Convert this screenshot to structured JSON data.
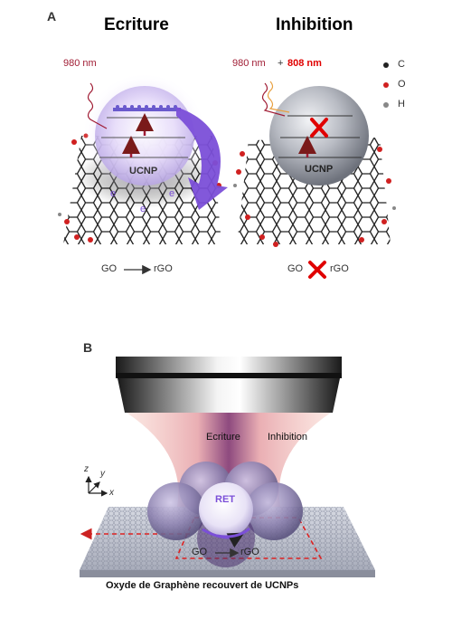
{
  "panel_a": {
    "letter": "A",
    "left": {
      "title": "Ecriture",
      "wavelength": "980 nm",
      "particle_label": "UCNP",
      "electron": "e",
      "reaction": {
        "from": "GO",
        "to": "rGO"
      }
    },
    "right": {
      "title": "Inhibition",
      "wavelength_1": "980 nm",
      "plus": "+",
      "wavelength_2": "808 nm",
      "particle_label": "UCNP",
      "reaction": {
        "from": "GO",
        "to": "rGO"
      }
    },
    "legend": [
      {
        "symbol": "C",
        "color": "#222222"
      },
      {
        "symbol": "O",
        "color": "#d02020"
      },
      {
        "symbol": "H",
        "color": "#888888"
      }
    ]
  },
  "panel_b": {
    "letter": "B",
    "beam_label_write": "Ecriture",
    "beam_label_inhibit": "Inhibition",
    "center_label": "RET",
    "axes": {
      "z": "z",
      "y": "y",
      "x": "x"
    },
    "reaction": {
      "from": "GO",
      "to": "rGO"
    },
    "caption": "Oxyde de Graphène recouvert de UCNPs"
  },
  "colors": {
    "oxygen": "#d02020",
    "arrow_purple": "#7b4fd8",
    "red_highlight": "#e00000"
  }
}
